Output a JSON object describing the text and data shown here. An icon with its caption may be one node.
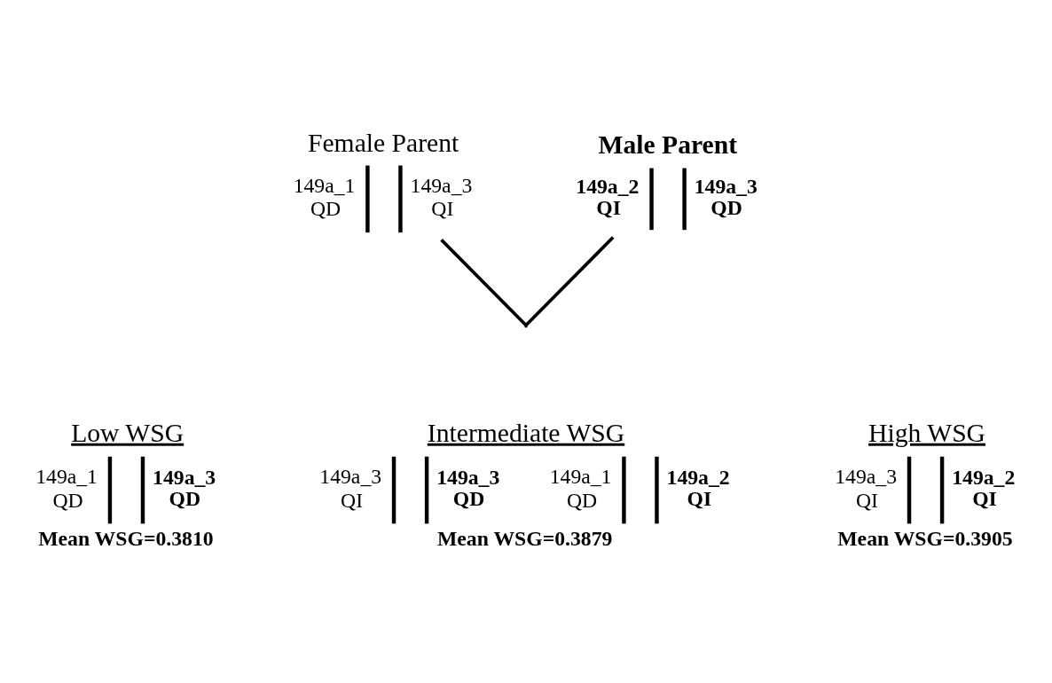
{
  "diagram": {
    "nodes": [
      {
        "text": [
          "Female Parent",
          "149a_1",
          "QD",
          "149a_3",
          "QI"
        ]
      },
      {
        "text": [
          "Male Parent",
          "149a_2",
          "QI",
          "149a_3",
          "QD"
        ]
      },
      {
        "text": [],
        "shape": "point"
      },
      {
        "text": [
          "Low WSG",
          "149a_1",
          "QD",
          "149a_3",
          "QD",
          "Mean WSG=0.3810"
        ]
      },
      {
        "text": [
          "Intermediate WSG",
          "149a_3",
          "QI",
          "149a_3",
          "QD",
          "149a_1",
          "QD",
          "149a_2",
          "QI",
          "Mean WSG=0.3879"
        ]
      },
      {
        "text": [
          "High WSG",
          "149a_3",
          "QI",
          "149a_2",
          "QI",
          "Mean WSG=0.3905"
        ]
      }
    ],
    "edges": [
      {
        "from": 0,
        "to": 2,
        "arrow": "none"
      },
      {
        "from": 1,
        "to": 2,
        "arrow": "none"
      }
    ]
  }
}
